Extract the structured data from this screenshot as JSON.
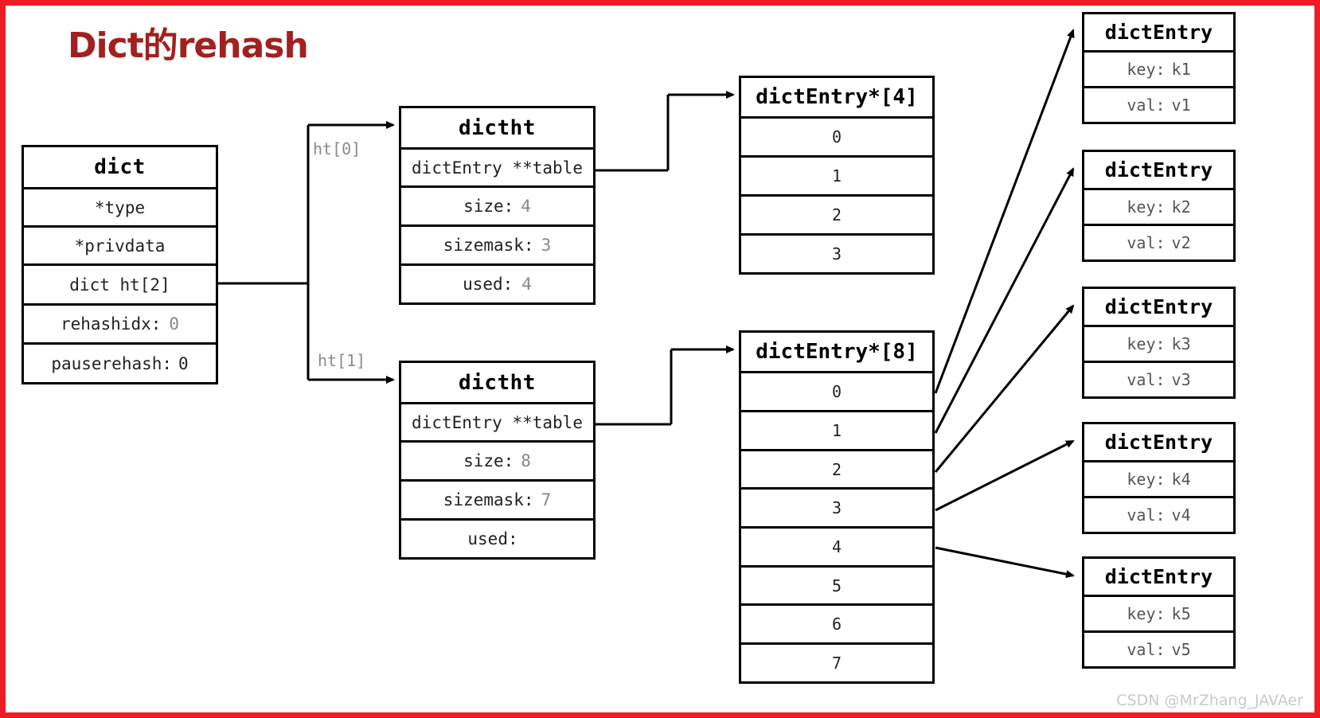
{
  "title": "Dict的rehash",
  "colors": {
    "border": "#ee1c25",
    "title": "#a32020",
    "line": "#000000",
    "value_gray": "#888888"
  },
  "dict_box": {
    "header": "dict",
    "fields": [
      {
        "label": "*type",
        "value": ""
      },
      {
        "label": "*privdata",
        "value": ""
      },
      {
        "label": "dict ht[2]",
        "value": ""
      },
      {
        "label": "rehashidx:",
        "value": "0"
      },
      {
        "label": "pauserehash:",
        "value": "0"
      }
    ]
  },
  "ht_labels": {
    "ht0": "ht[0]",
    "ht1": "ht[1]"
  },
  "dictht0": {
    "header": "dictht",
    "fields": [
      {
        "label": "dictEntry **table",
        "value": ""
      },
      {
        "label": "size:",
        "value": "4"
      },
      {
        "label": "sizemask:",
        "value": "3"
      },
      {
        "label": "used:",
        "value": "4"
      }
    ]
  },
  "dictht1": {
    "header": "dictht",
    "fields": [
      {
        "label": "dictEntry **table",
        "value": ""
      },
      {
        "label": "size:",
        "value": "8"
      },
      {
        "label": "sizemask:",
        "value": "7"
      },
      {
        "label": "used:",
        "value": ""
      }
    ]
  },
  "table4": {
    "header": "dictEntry*[4]",
    "slots": [
      "0",
      "1",
      "2",
      "3"
    ]
  },
  "table8": {
    "header": "dictEntry*[8]",
    "slots": [
      "0",
      "1",
      "2",
      "3",
      "4",
      "5",
      "6",
      "7"
    ]
  },
  "entries": [
    {
      "header": "dictEntry",
      "key_label": "key:",
      "key": "k1",
      "val_label": "val:",
      "val": "v1"
    },
    {
      "header": "dictEntry",
      "key_label": "key:",
      "key": "k2",
      "val_label": "val:",
      "val": "v2"
    },
    {
      "header": "dictEntry",
      "key_label": "key:",
      "key": "k3",
      "val_label": "val:",
      "val": "v3"
    },
    {
      "header": "dictEntry",
      "key_label": "key:",
      "key": "k4",
      "val_label": "val:",
      "val": "v4"
    },
    {
      "header": "dictEntry",
      "key_label": "key:",
      "key": "k5",
      "val_label": "val:",
      "val": "v5"
    }
  ],
  "watermark": "CSDN @MrZhang_JAVAer"
}
